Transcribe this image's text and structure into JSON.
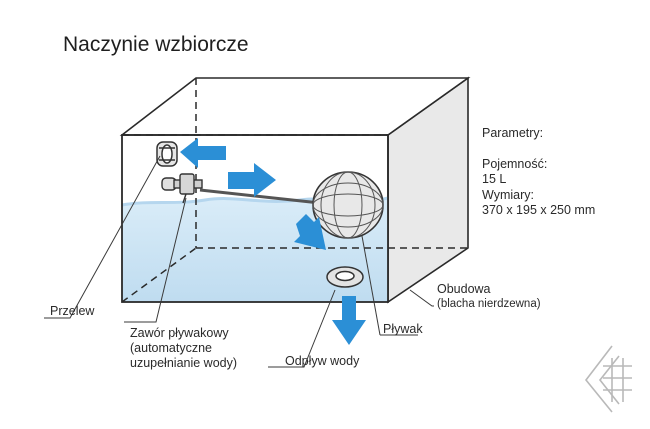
{
  "title": "Naczynie wzbiorcze",
  "parameters": {
    "heading": "Parametry:",
    "capacity_label": "Pojemność:",
    "capacity_value": "15 L",
    "dimensions_label": "Wymiary:",
    "dimensions_value": "370 x 195 x 250 mm"
  },
  "labels": {
    "housing": "Obudowa",
    "housing_note": "(blacha nierdzewna)",
    "overflow": "Przelew",
    "float_valve": "Zawór pływakowy",
    "float_valve_note1": "(automatyczne",
    "float_valve_note2": "uzupełnianie wody)",
    "float": "Pływak",
    "drain": "Odpływ wody"
  },
  "colors": {
    "arrow": "#2b8fd6",
    "water": "#cfe6f5",
    "side_panel": "#e8e8e8",
    "outline": "#2a2a2a"
  }
}
